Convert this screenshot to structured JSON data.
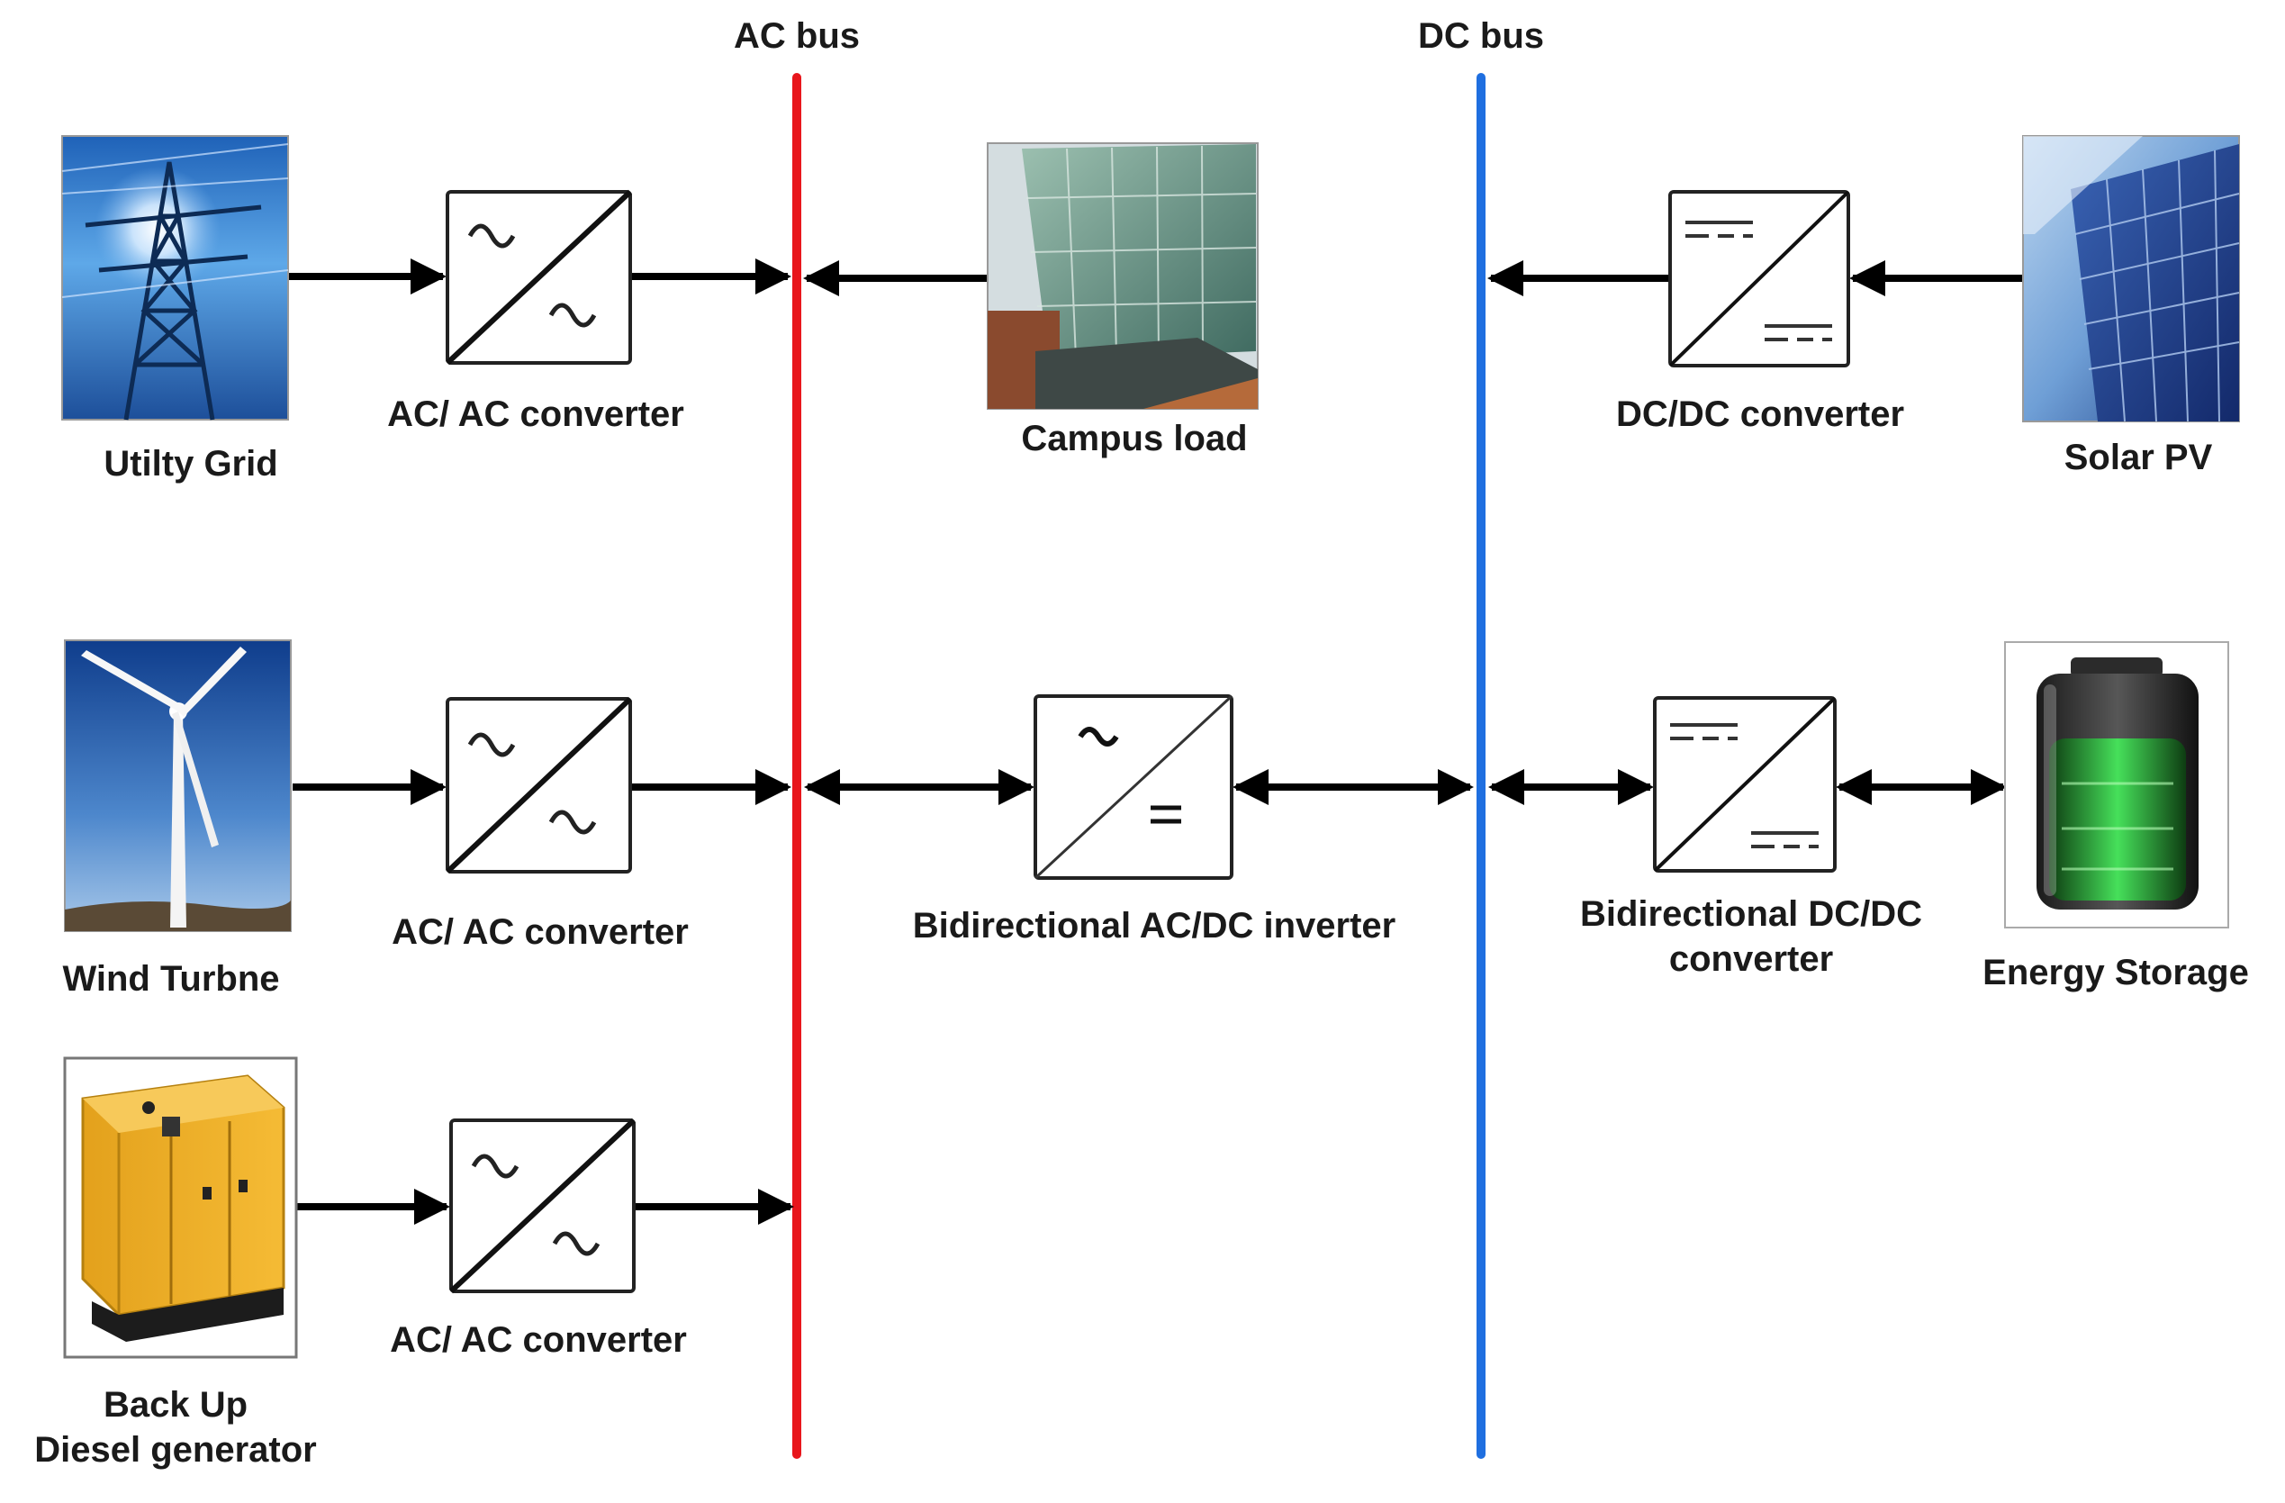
{
  "buses": {
    "ac": {
      "label": "AC bus",
      "color": "#e8161c"
    },
    "dc": {
      "label": "DC bus",
      "color": "#1f6fe0"
    }
  },
  "sources": {
    "grid": {
      "label": "Utilty Grid",
      "icon": "transmission-tower-photo"
    },
    "wind": {
      "label": "Wind Turbne",
      "icon": "wind-turbine-photo"
    },
    "diesel": {
      "label_line1": "Back Up",
      "label_line2": "Diesel generator",
      "icon": "diesel-generator-photo"
    },
    "campus": {
      "label": "Campus load",
      "icon": "campus-building-photo"
    },
    "solar": {
      "label": "Solar PV",
      "icon": "solar-panel-photo"
    },
    "storage": {
      "label": "Energy Storage",
      "icon": "battery-photo"
    }
  },
  "converters": {
    "ac_ac_1": {
      "label": "AC/ AC converter",
      "symbol": "~/~"
    },
    "ac_ac_2": {
      "label": "AC/ AC converter",
      "symbol": "~/~"
    },
    "ac_ac_3": {
      "label": "AC/ AC converter",
      "symbol": "~/~"
    },
    "inverter": {
      "label": "Bidirectional AC/DC inverter",
      "symbol": "~/="
    },
    "dc_dc": {
      "label": "DC/DC converter",
      "symbol": "=/="
    },
    "bi_dc_dc": {
      "label_line1": "Bidirectional DC/DC",
      "label_line2": "converter",
      "symbol": "=/="
    }
  }
}
